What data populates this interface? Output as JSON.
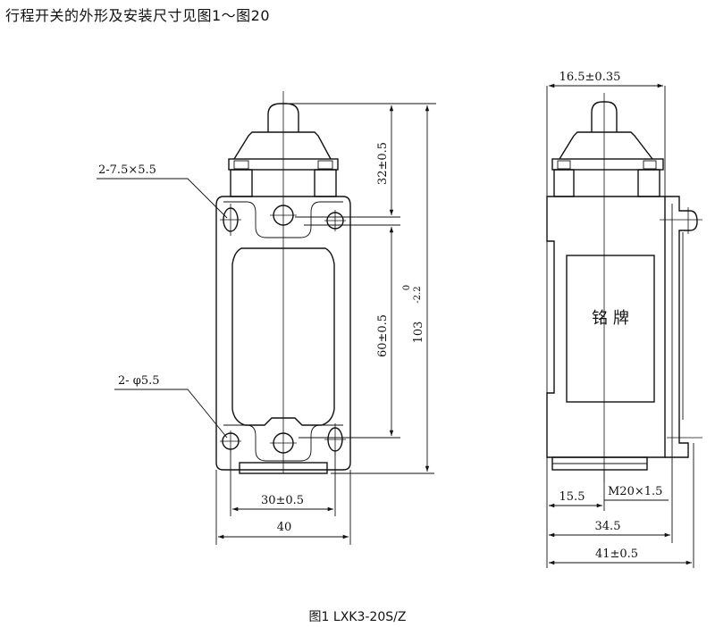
{
  "heading": "行程开关的外形及安装尺寸见图1～图20",
  "caption": "图1 LXK3-20S/Z",
  "front_view": {
    "slot_label": "2-7.5×5.5",
    "hole_label": "2- φ5.5",
    "dim_top": "32±0.5",
    "dim_mount_vertical": "60±0.5",
    "dim_total_height": "103",
    "dim_total_height_tol_upper": "0",
    "dim_total_height_tol_lower": "-2.2",
    "dim_mount_horizontal": "30±0.5",
    "dim_width": "40"
  },
  "side_view": {
    "dim_top_width": "16.5±0.35",
    "nameplate": "铭 牌",
    "dim_offset": "15.5",
    "dim_thread": "M20×1.5",
    "dim_depth": "34.5",
    "dim_total_depth": "41±0.5"
  }
}
